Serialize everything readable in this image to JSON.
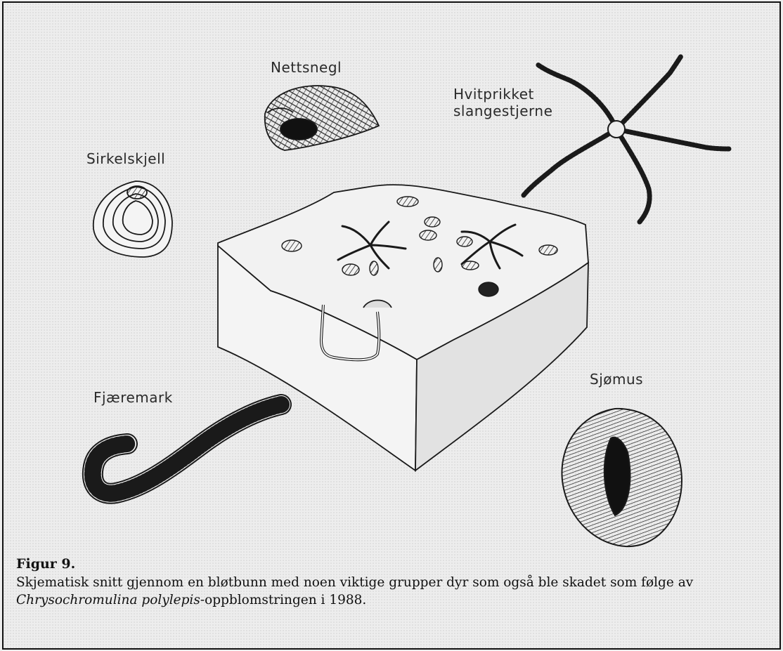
{
  "figure": {
    "labels": {
      "nettsnegl": "Nettsnegl",
      "slangestjerne": "Hvitprikket slangestjerne",
      "sirkelskjell": "Sirkelskjell",
      "sjomus": "Sjømus",
      "fjaeremark": "Fjæremark"
    },
    "caption": {
      "title": "Figur 9.",
      "text_before": "Skjematisk snitt gjennom en bløtbunn med noen  viktige grupper dyr som også ble skadet som følge av ",
      "species": "Chrysochromulina polylepis",
      "text_after": "-oppblomstringen i 1988."
    }
  },
  "colors": {
    "ink": "#1a1a1a",
    "paper": "#ededed",
    "block_top": "#f2f2f2",
    "block_side": "#e4e4e4"
  }
}
